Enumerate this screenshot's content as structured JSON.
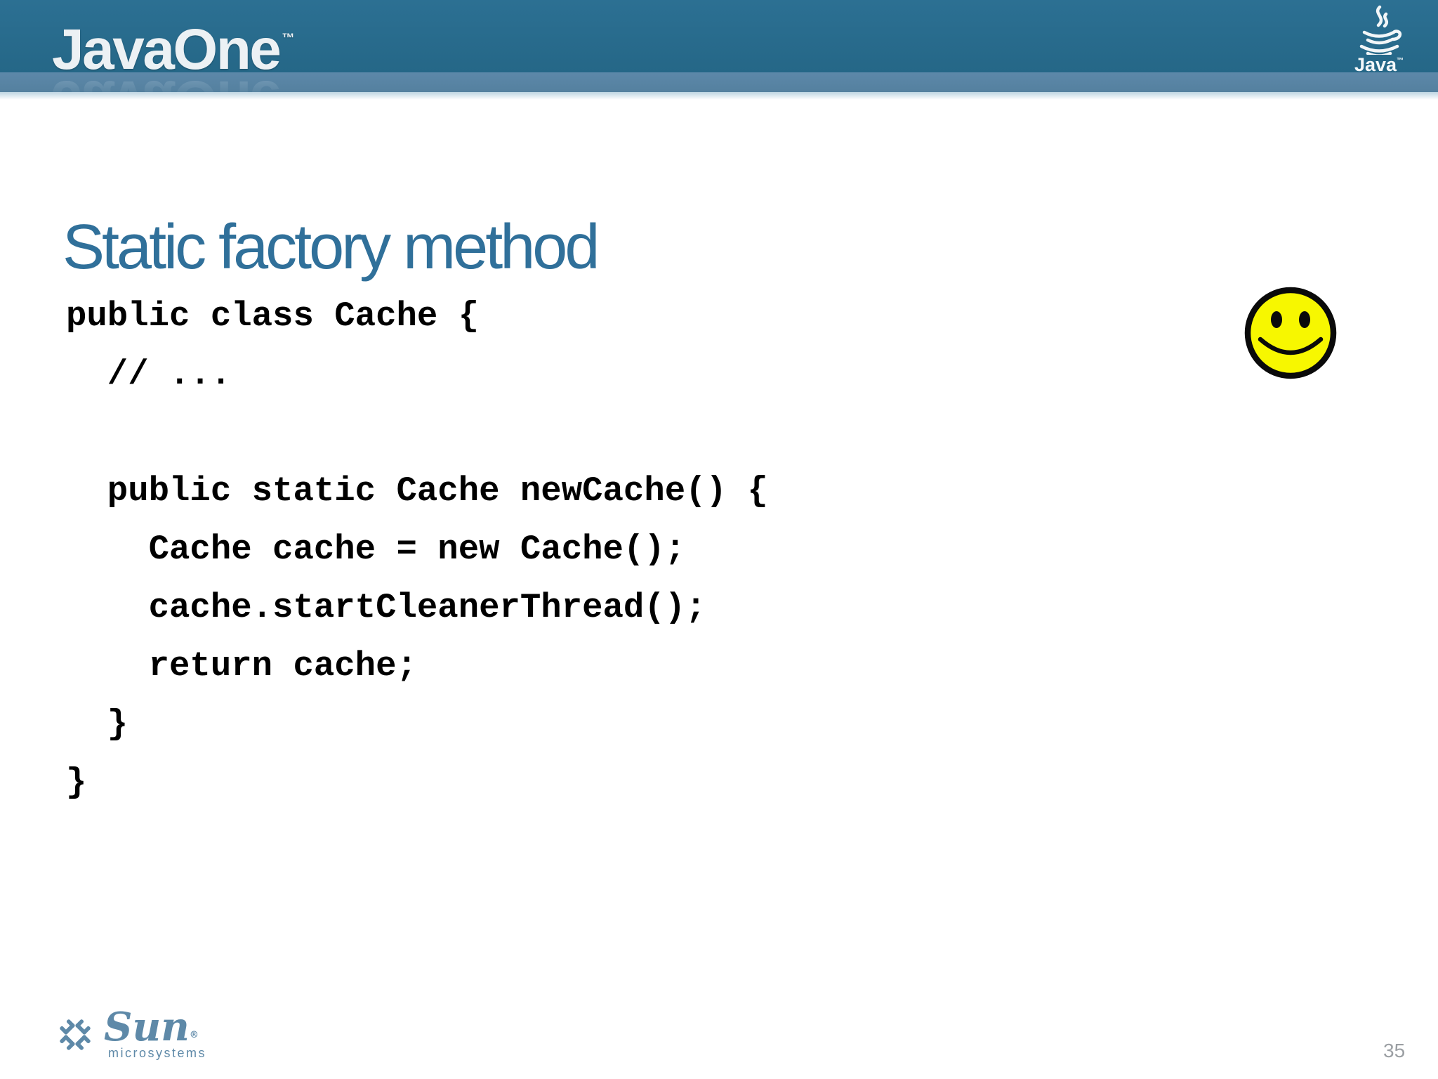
{
  "header": {
    "brand": "JavaOne",
    "brand_trademark": "™",
    "java_logo_label": "Java",
    "java_logo_trademark": "™"
  },
  "slide": {
    "title": "Static factory method",
    "code_lines": [
      "public class Cache {",
      "  // ...",
      "",
      "  public static Cache newCache() {",
      "    Cache cache = new Cache();",
      "    cache.startCleanerThread();",
      "    return cache;",
      "  }",
      "}"
    ],
    "page_number": "35"
  },
  "footer": {
    "sun_name": "Sun",
    "sun_registered": "®",
    "sun_subtitle": "microsystems"
  },
  "icons": {
    "smiley": "smiley-face-icon",
    "java_cup": "java-coffee-cup-icon",
    "sun_diamond": "sun-diamond-logo-icon"
  },
  "colors": {
    "header_bar": "#276B8F",
    "header_band": "#5784A6",
    "title": "#30709A",
    "code_text": "#000000",
    "smiley_fill": "#F7F700",
    "sun_logo": "#5E89A8",
    "page_number": "#9B9FA3"
  }
}
